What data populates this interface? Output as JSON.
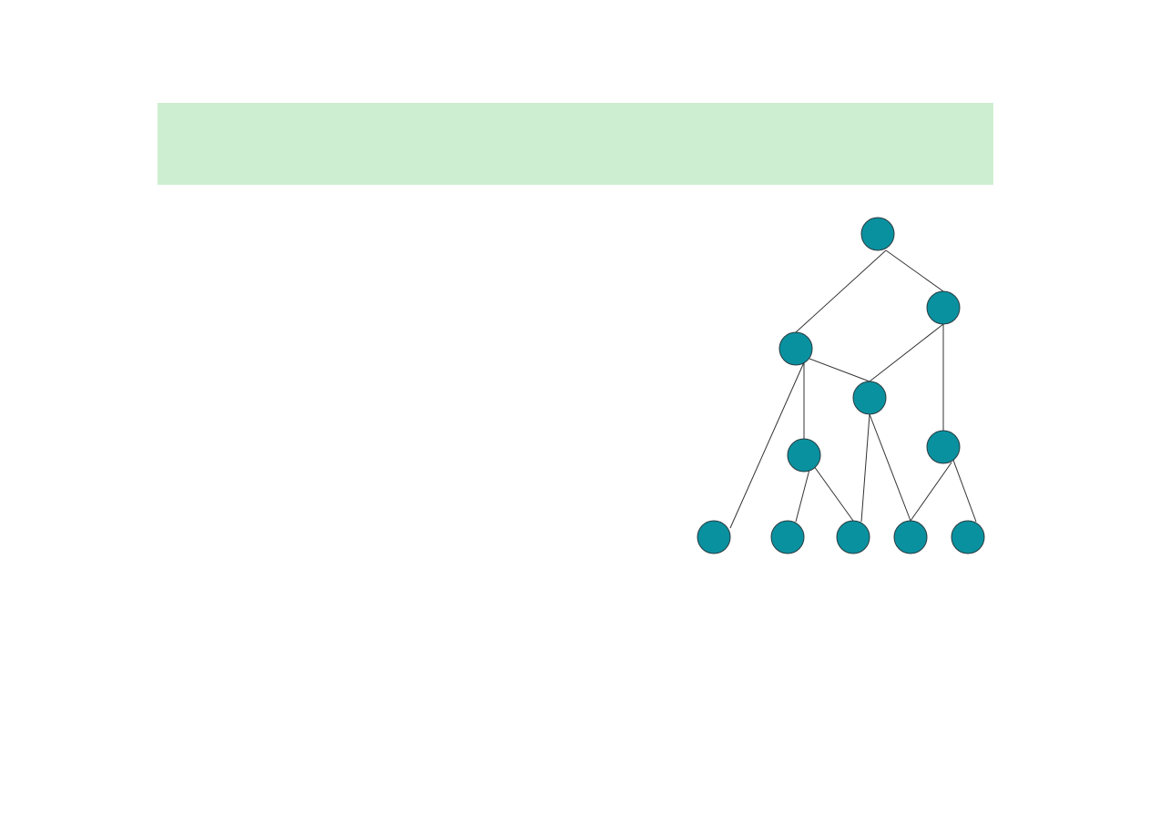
{
  "slide": {
    "banner_color": "#ceeed1"
  },
  "diagram": {
    "node_color": "#0a91a0",
    "node_stroke": "#2a3b3f",
    "edge_color": "#333333",
    "nodes": [
      {
        "id": "root"
      },
      {
        "id": "right-upper"
      },
      {
        "id": "left-mid"
      },
      {
        "id": "center-mid"
      },
      {
        "id": "left-lower"
      },
      {
        "id": "right-lower"
      },
      {
        "id": "leaf-1"
      },
      {
        "id": "leaf-2"
      },
      {
        "id": "leaf-3"
      },
      {
        "id": "leaf-4"
      },
      {
        "id": "leaf-5"
      }
    ],
    "edges": [
      {
        "from": "root",
        "to": "left-mid"
      },
      {
        "from": "root",
        "to": "right-upper"
      },
      {
        "from": "right-upper",
        "to": "center-mid"
      },
      {
        "from": "right-upper",
        "to": "right-lower"
      },
      {
        "from": "left-mid",
        "to": "center-mid"
      },
      {
        "from": "left-mid",
        "to": "left-lower"
      },
      {
        "from": "left-mid",
        "to": "leaf-1"
      },
      {
        "from": "left-lower",
        "to": "leaf-2"
      },
      {
        "from": "left-lower",
        "to": "leaf-3"
      },
      {
        "from": "center-mid",
        "to": "leaf-3"
      },
      {
        "from": "center-mid",
        "to": "leaf-4"
      },
      {
        "from": "right-lower",
        "to": "leaf-4"
      },
      {
        "from": "right-lower",
        "to": "leaf-5"
      }
    ]
  }
}
